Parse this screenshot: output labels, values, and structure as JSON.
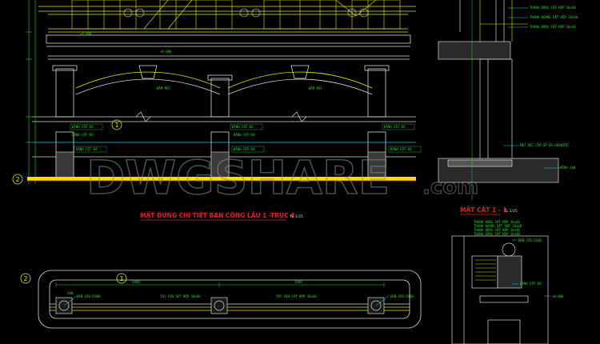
{
  "titles": {
    "elevation": "MẶT ĐỨNG CHI TIẾT BAN CÔNG LẦU 1 -TRỤC 4",
    "elevation_scale": "TL 1/25",
    "section": "MẶT CẮT 1 - 1",
    "section_scale": "TL 1/25"
  },
  "watermark": {
    "main": "DWGSHARE",
    "suffix": ".com"
  },
  "axes": {
    "axis_2": "2",
    "axis_1": "1",
    "axis_2_plan": "2",
    "axis_1_plan": "1"
  },
  "elevation_labels": {
    "danh_cot_a": "ĐÁNH CỘT ĐÁ",
    "danh_cot_b": "ĐÁNH CỘT ĐÁ",
    "danh_cot_c": "ĐÁNH CỘT ĐÁ",
    "danh_cot_d": "ĐÁNH CỘT ĐÁ",
    "danh_cot_e": "ĐÁNH CỘT ĐÁ",
    "danh_cot_f": "ĐÁNH CỘT ĐÁ",
    "danh_cot_g": "ĐÁNH CỘT ĐÁ",
    "danh_cot_h": "ĐÁNH CỘT ĐÁ",
    "dam_mui_a": "ĐẦM MŨI",
    "dam_mui_b": "ĐẦM MŨI",
    "level_a": "+0.000",
    "level_b": "+0.000"
  },
  "section_labels": {
    "thanh_a": "THANH ĐỨNG SẮT HỘP 30x60",
    "thanh_b": "THANH NGANG SẮT HỘP 30x40",
    "thanh_c": "THANH ĐỨNG SẮT HỘP 30x40",
    "mat_bac": "MẶT BẬC CẤP ỐP ĐÁ GRANITE",
    "kenh": "KÊNH 100",
    "note_a": "THANH ĐỨNG SẮT HỘP 30x60",
    "note_b": "THANH NGANG SẮT HỘP 30x40",
    "note_c": "THANH ĐỨNG SẮT HỘP 30x40",
    "note_d": "THANH ĐỨNG SẮT HỘP 30x40",
    "den_cau": "ĐÈN CẦU D300",
    "danh_cot": "ĐÁNH CỘT ĐÁ",
    "level_c": "+0.000"
  },
  "plan_labels": {
    "den_cau_a": "ĐÈN CẦU D300",
    "den_cau_b": "ĐÈN CẦU D300",
    "tay_vin_a": "TAY VỊN SẮT HỘP 30x60",
    "tay_vin_b": "TAY VỊN SẮT HỘP 30x60",
    "dim_a": "3400",
    "dim_b": "3400",
    "dim_c": "200"
  },
  "colors": {
    "background": "#000000",
    "line_yellow": "#e6e600",
    "line_white": "#d8d8d8",
    "line_cyan": "#00d8d8",
    "line_green": "#29d229",
    "line_red": "#e02020",
    "watermark": "#6a6a6a",
    "axis_band": "#f0e000"
  }
}
